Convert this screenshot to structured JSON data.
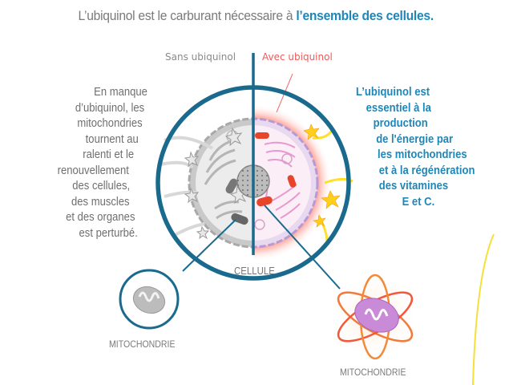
{
  "title": {
    "prefix": "L’ubiquinol est le carburant nécessaire à ",
    "highlight": "l’ensemble des cellules."
  },
  "labels": {
    "without": "Sans ubiquinol",
    "with": "Avec ubiquinol",
    "cell": "CELLULE",
    "mitochondria_left": "MITOCHONDRIE",
    "mitochondria_right": "MITOCHONDRIE"
  },
  "left_text": [
    "En manque",
    "d’ubiquinol, les",
    "mitochondries",
    "tournent au",
    "ralenti et le",
    "renouvellement",
    "des cellules,",
    "des muscles",
    "et des organes",
    "est perturbé."
  ],
  "right_text": [
    "L’ubiquinol est",
    "essentiel à la",
    "production",
    "de l'énergie par",
    "les mitochondries",
    "et à la régénération",
    "des vitamines",
    "E et C."
  ],
  "colors": {
    "ring": "#1a6a8e",
    "accent_blue": "#1f87b8",
    "accent_red": "#ee5a5a",
    "gray_text": "#7a7a7a",
    "yellow": "#f5e03a"
  }
}
